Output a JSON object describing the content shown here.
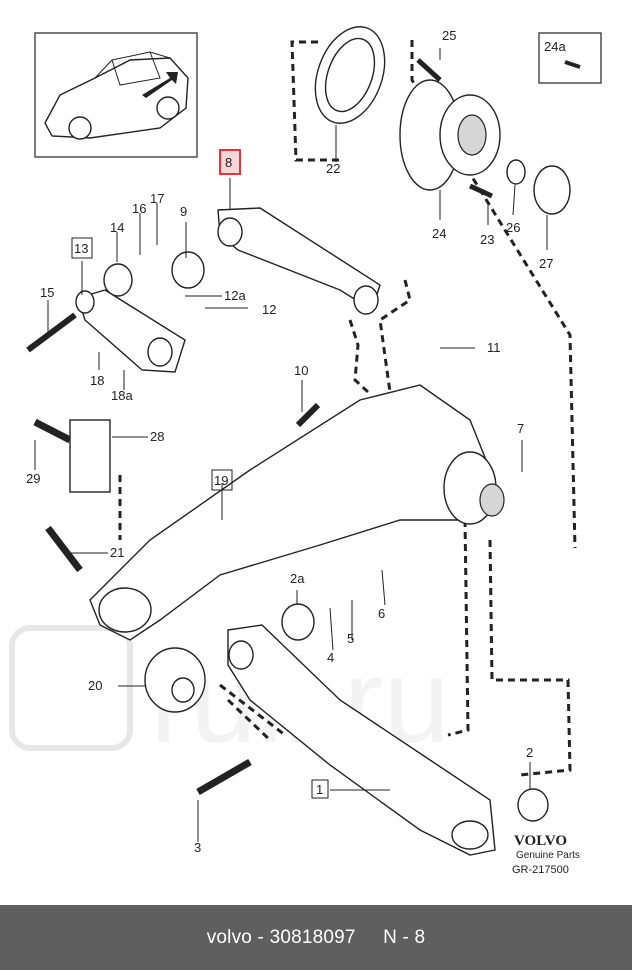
{
  "callouts": {
    "n1": "1",
    "n2": "2",
    "n2a": "2a",
    "n3": "3",
    "n4": "4",
    "n5": "5",
    "n6": "6",
    "n7": "7",
    "n8": "8",
    "n9": "9",
    "n10": "10",
    "n11": "11",
    "n12": "12",
    "n12a": "12a",
    "n13": "13",
    "n14": "14",
    "n15": "15",
    "n16": "16",
    "n17": "17",
    "n18": "18",
    "n18a": "18a",
    "n19": "19",
    "n20": "20",
    "n21": "21",
    "n22": "22",
    "n23": "23",
    "n24": "24",
    "n24a": "24a",
    "n25": "25",
    "n26": "26",
    "n27": "27",
    "n28": "28",
    "n29": "29"
  },
  "brand": {
    "name": "VOLVO",
    "subtitle": "Genuine Parts",
    "ref": "GR-217500"
  },
  "watermark": "ruli.ru",
  "footer": {
    "brand": "volvo",
    "separator": " - ",
    "part_number": "30818097",
    "position": "N - 8"
  },
  "highlight_color": "#e8323c"
}
